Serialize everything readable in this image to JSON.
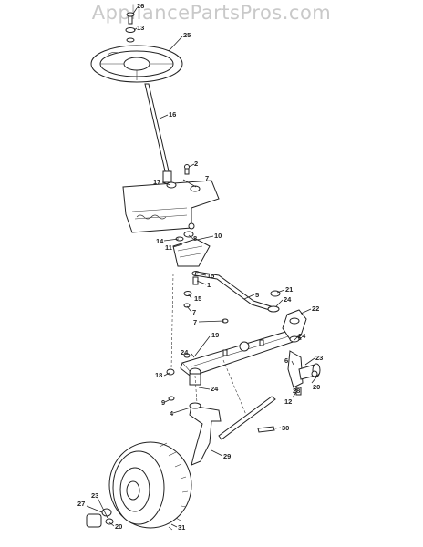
{
  "watermark": "AppliancePartsPros.com",
  "callouts": {
    "p26": "26",
    "p13": "13",
    "p25": "25",
    "p16": "16",
    "p2": "2",
    "p7a": "7",
    "p17": "17",
    "p10": "10",
    "p8": "8",
    "p14": "14",
    "p11": "11",
    "p15a": "15",
    "p1": "1",
    "p21": "21",
    "p24a": "24",
    "p15b": "15",
    "p5": "5",
    "p7b": "7",
    "p22": "22",
    "p7c": "7",
    "p19": "19",
    "p24b": "24",
    "p24c": "24",
    "p23a": "23",
    "p6": "6",
    "p18": "18",
    "p24d": "24",
    "p28": "28",
    "p20a": "20",
    "p12": "12",
    "p9": "9",
    "p4": "4",
    "p30": "30",
    "p29": "29",
    "p27": "27",
    "p23b": "23",
    "p20b": "20",
    "p31": "31"
  }
}
